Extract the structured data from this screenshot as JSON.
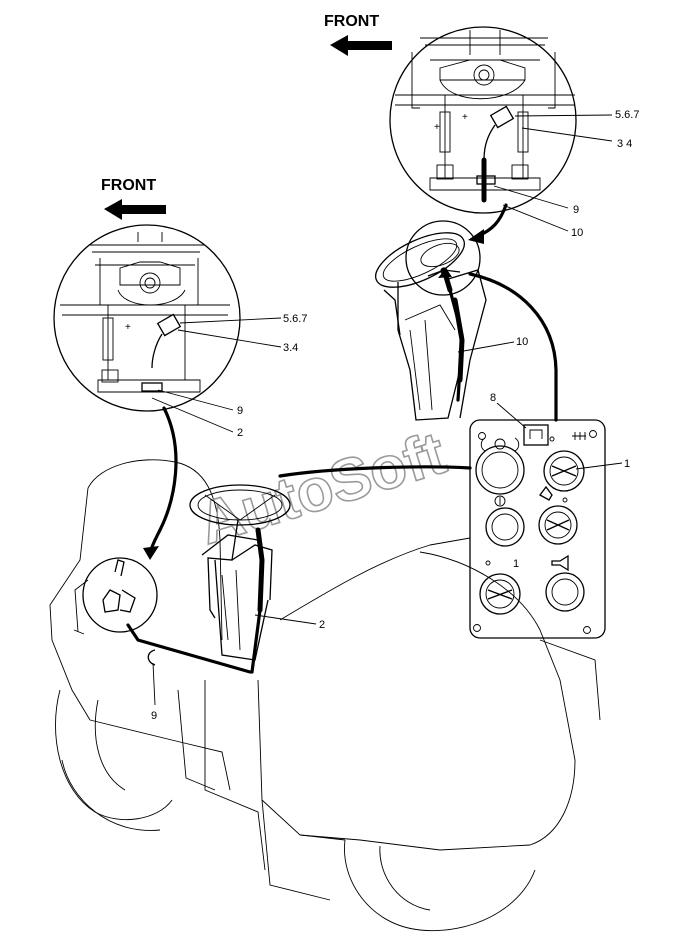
{
  "front_top": "FRONT",
  "front_left": "FRONT",
  "watermark": "AutoSoft",
  "callouts": {
    "top": {
      "c567": "5.6.7",
      "c34": "3 4",
      "c9": "9",
      "c10": "10"
    },
    "left": {
      "c567": "5.6.7",
      "c34": "3.4",
      "c9": "9",
      "c2": "2"
    },
    "column_10": "10",
    "panel_8": "8",
    "panel_1": "1",
    "column_2": "2",
    "clip_9": "9"
  },
  "panel": {
    "switch_rows": 3,
    "switch_columns": 2,
    "mark_1": "1"
  }
}
